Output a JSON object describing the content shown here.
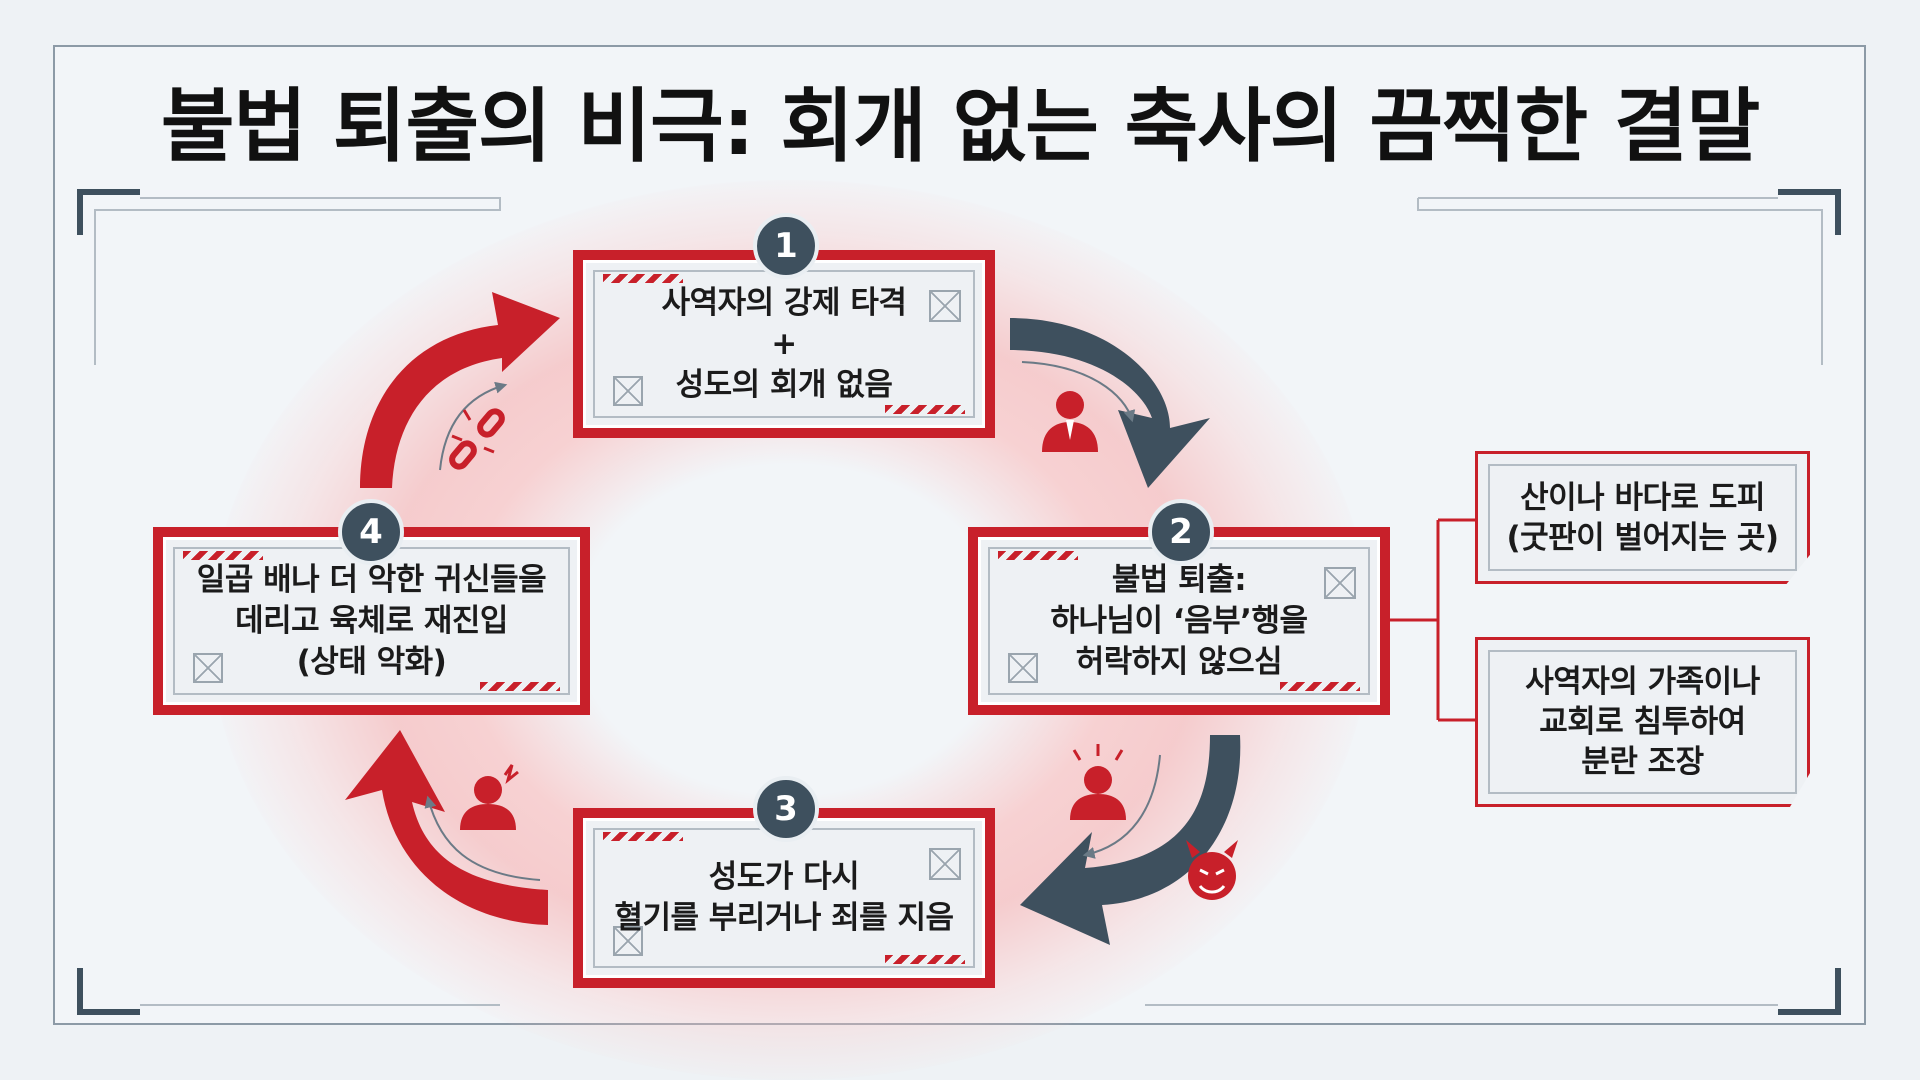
{
  "title": "불법 퇴출의 비극: 회개 없는 축사의 끔찍한 결말",
  "steps": [
    {
      "number": "1",
      "text": "사역자의 강제 타격\n+\n성도의 회개 없음"
    },
    {
      "number": "2",
      "text": "불법 퇴출:\n하나님이 ‘음부’행을\n허락하지 않으심"
    },
    {
      "number": "3",
      "text": "성도가 다시\n혈기를 부리거나 죄를 지음"
    },
    {
      "number": "4",
      "text": "일곱 배나 더 악한 귀신들을\n데리고 육체로 재진입\n(상태 악화)"
    }
  ],
  "branches": [
    {
      "text": "산이나 바다로 도피\n(굿판이 벌어지는 곳)"
    },
    {
      "text": "사역자의 가족이나\n교회로 침투하여\n분란 조장"
    }
  ],
  "icons": {
    "step1": "angry-person-icon",
    "step2": "stressed-person-icon",
    "step2b": "devil-face-icon",
    "step3": "broken-heart-person-icon",
    "step4": "broken-chain-icon"
  },
  "colors": {
    "accent_red": "#c8202a",
    "dark_slate": "#3e505e",
    "background": "#eef2f5"
  }
}
